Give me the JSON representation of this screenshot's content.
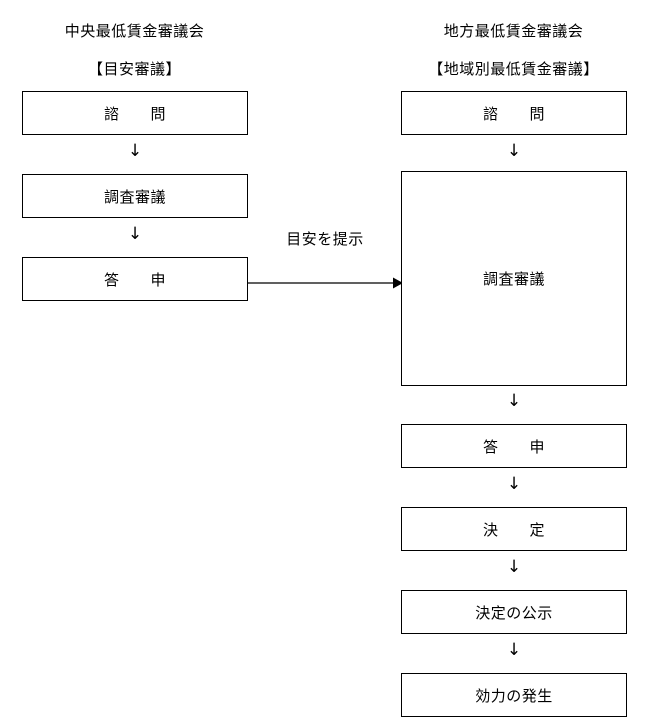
{
  "diagram": {
    "title_left": "中央最低賃金審議会",
    "subtitle_left": "【目安審議】",
    "title_right": "地方最低賃金審議会",
    "subtitle_right": "【地域別最低賃金審議】",
    "left_steps": [
      {
        "label": "諮　　問"
      },
      {
        "label": "調査審議"
      },
      {
        "label": "答　　申"
      }
    ],
    "right_steps": [
      {
        "label": "諮　　問"
      },
      {
        "label": "調査審議"
      },
      {
        "label": "答　　申"
      },
      {
        "label": "決　　定"
      },
      {
        "label": "決定の公示"
      },
      {
        "label": "効力の発生"
      }
    ],
    "arrows": {
      "down_glyph": "↓",
      "cross_label": "目安を提示"
    },
    "colors": {
      "stroke": "#000000",
      "background": "#ffffff",
      "text": "#000000"
    }
  }
}
